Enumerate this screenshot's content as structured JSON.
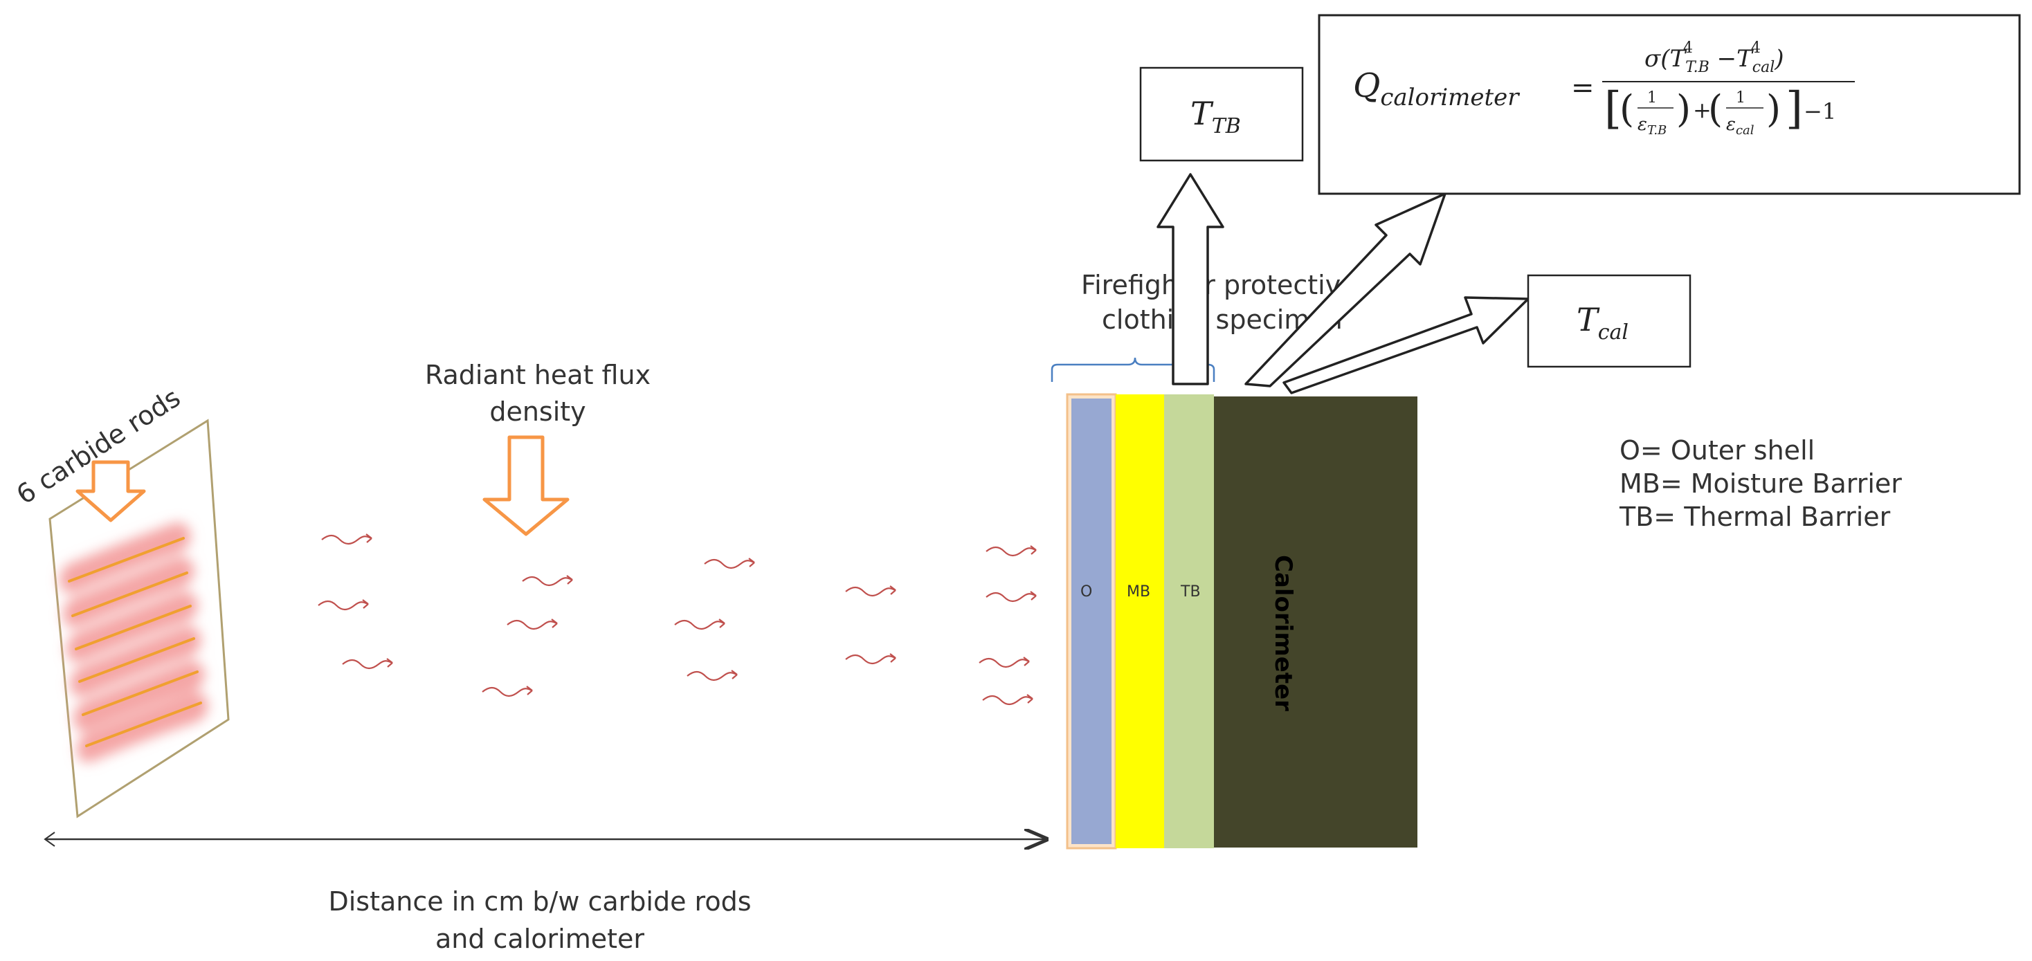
{
  "heater": {
    "label": "6 carbide rods",
    "rod_count": 6
  },
  "radiant_label": {
    "line1": "Radiant heat flux",
    "line2": "density"
  },
  "distance_label": {
    "line1": "Distance in cm b/w carbide rods",
    "line2": "and calorimeter"
  },
  "specimen_label": {
    "line1": "Firefighter protective",
    "line2": "clothing specimen"
  },
  "layers": [
    {
      "code": "O",
      "color": "#97a8d2"
    },
    {
      "code": "MB",
      "color": "#ffff00"
    },
    {
      "code": "TB",
      "color": "#c5d89a"
    }
  ],
  "calorimeter": {
    "label": "Calorimeter",
    "color": "#44452a"
  },
  "legend": [
    "O= Outer shell",
    "MB= Moisture Barrier",
    "TB= Thermal Barrier"
  ],
  "boxes": {
    "t_tb": {
      "symbol": "T",
      "subscript": "TB"
    },
    "t_cal": {
      "symbol": "T",
      "subscript": "cal"
    },
    "formula": {
      "lhs_symbol": "Q",
      "lhs_subscript": "calorimeter",
      "equals": "=",
      "numerator": "σ(T⁴T.B − T⁴cal)",
      "sigma": "σ",
      "t1_sub": "T.B",
      "t2_sub": "cal",
      "power": "4",
      "one": "1",
      "eps": "ε",
      "minus_one": "−1"
    }
  },
  "colors": {
    "orange": "#f79646",
    "wave": "#c0504d",
    "rod_glow": "#f4a6a6",
    "rod_line": "#f0a030",
    "bracket": "#4a7fc1"
  }
}
